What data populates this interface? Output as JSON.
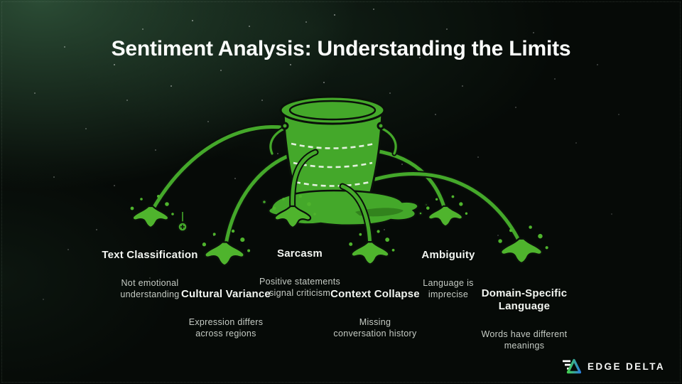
{
  "slide": {
    "title": "Sentiment Analysis: Understanding the Limits"
  },
  "limits": [
    {
      "heading": "Text Classification",
      "description": "Not emotional\nunderstanding"
    },
    {
      "heading": "Cultural Variance",
      "description": "Expression differs\nacross regions"
    },
    {
      "heading": "Sarcasm",
      "description": "Positive statements\nsignal criticism"
    },
    {
      "heading": "Context Collapse",
      "description": "Missing\nconversation history"
    },
    {
      "heading": "Ambiguity",
      "description": "Language is\nimprecise"
    },
    {
      "heading": "Domain-Specific\nLanguage",
      "description": "Words have different\nmeanings"
    }
  ],
  "illustration": {
    "subject": "leaking bucket with streams splashing onto six limit labels",
    "bucket_color": "#44A82A",
    "splash_color": "#4FB42D",
    "outline_color": "#0A100A",
    "dashed_line_color": "#ECF4E8"
  },
  "footer": {
    "brand": "EDGE DELTA",
    "logo_gradient_start": "#45D052",
    "logo_gradient_end": "#2B7FD9"
  },
  "background": {
    "base": "#060A07",
    "glow": "#345C40",
    "star_color": "#FFFFFF"
  }
}
